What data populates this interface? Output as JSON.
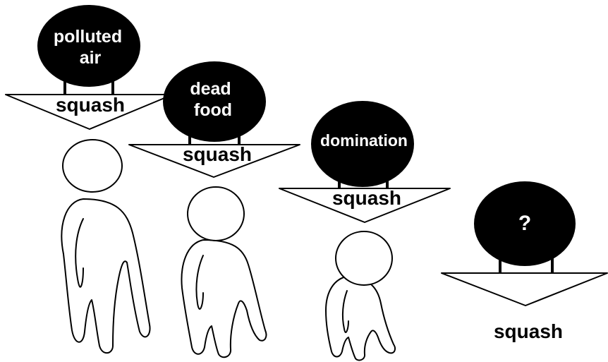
{
  "groups": [
    {
      "weight_lines": [
        "polluted",
        "air"
      ],
      "squash_label": "squash"
    },
    {
      "weight_lines": [
        "dead",
        "food"
      ],
      "squash_label": "squash"
    },
    {
      "weight_lines": [
        "domination"
      ],
      "squash_label": "squash"
    },
    {
      "weight_lines": [
        "?"
      ],
      "squash_label": "squash"
    }
  ],
  "colors": {
    "weight": "#000000",
    "weight_text": "#ffffff",
    "outline": "#000000",
    "background": "#ffffff"
  }
}
